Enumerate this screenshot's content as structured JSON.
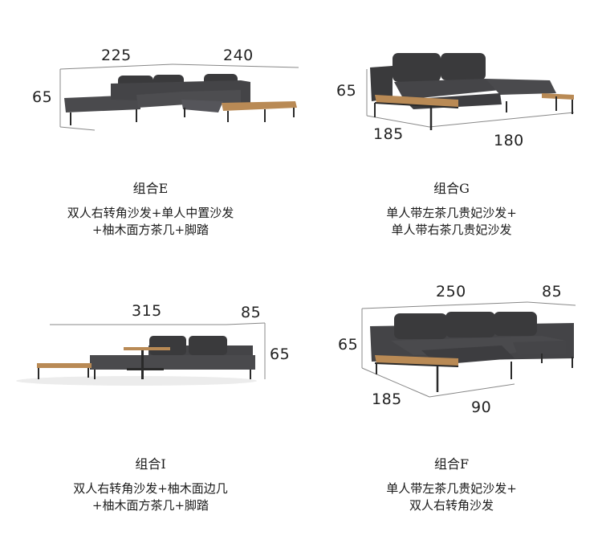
{
  "combos": [
    {
      "title": "组合E",
      "desc": [
        "双人右转角沙发+单人中置沙发",
        "+柚木面方茶几+脚踏"
      ],
      "dims": [
        "225",
        "240",
        "65"
      ]
    },
    {
      "title": "组合G",
      "desc": [
        "单人带左茶几贵妃沙发+",
        "单人带右茶几贵妃沙发"
      ],
      "dims": [
        "65",
        "185",
        "180"
      ]
    },
    {
      "title": "组合I",
      "desc": [
        "双人右转角沙发+柚木面边几",
        "+柚木面方茶几+脚踏"
      ],
      "dims": [
        "315",
        "85",
        "65"
      ]
    },
    {
      "title": "组合F",
      "desc": [
        "单人带左茶几贵妃沙发+",
        "双人右转角沙发"
      ],
      "dims": [
        "250",
        "85",
        "65",
        "185",
        "90"
      ]
    }
  ],
  "colors": {
    "fabric_dark": "#3a3a3c",
    "fabric_mid": "#4a4a4d",
    "teak": "#b98a55",
    "frame": "#2a2a2a"
  }
}
